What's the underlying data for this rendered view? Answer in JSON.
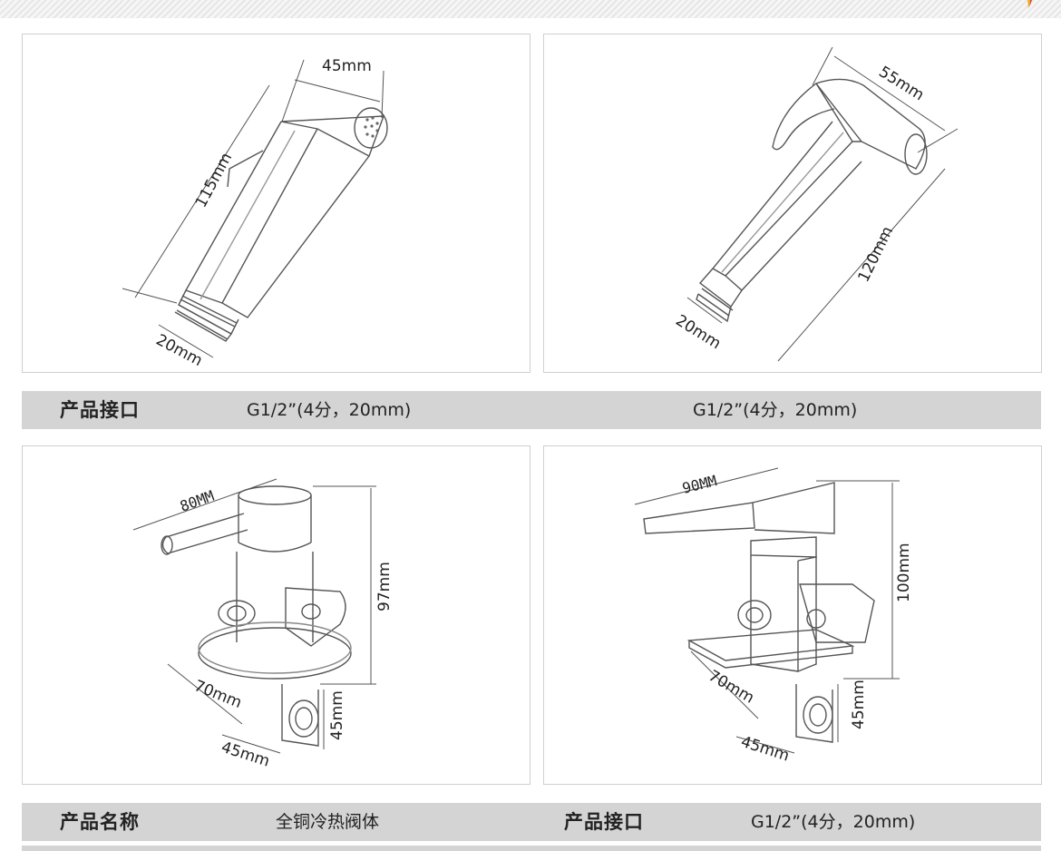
{
  "panels": {
    "sprayer_1": {
      "width_label": "45mm",
      "length_label": "115mm",
      "thread_label": "20mm"
    },
    "sprayer_2": {
      "width_label": "55mm",
      "length_label": "120mm",
      "thread_label": "20mm"
    },
    "valve_1": {
      "handle_label": "80MM",
      "height_label": "97mm",
      "base_label": "70mm",
      "outlet_label": "45mm",
      "depth_label": "45mm"
    },
    "valve_2": {
      "handle_label": "90MM",
      "height_label": "100mm",
      "base_label": "70mm",
      "outlet_label": "45mm",
      "depth_label": "45mm"
    }
  },
  "spec_bar_1": {
    "label": "产品接口",
    "value_left": "G1/2”(4分，20mm)",
    "value_right": "G1/2”(4分，20mm)"
  },
  "spec_bar_2": {
    "name_label": "产品名称",
    "name_value": "全铜冷热阀体",
    "interface_label": "产品接口",
    "interface_value": "G1/2”(4分，20mm)"
  }
}
